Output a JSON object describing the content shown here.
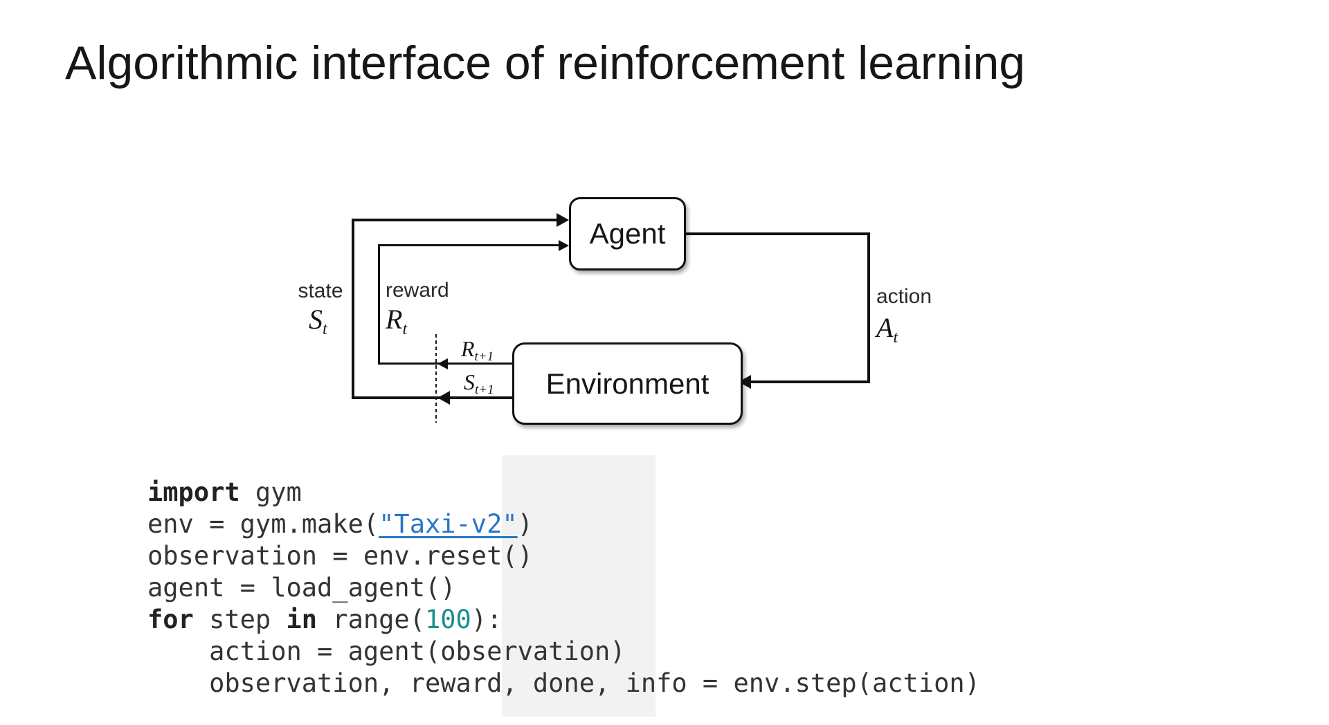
{
  "slide": {
    "title": "Algorithmic interface of reinforcement learning"
  },
  "diagram": {
    "agent_label": "Agent",
    "environment_label": "Environment",
    "state": {
      "label": "state",
      "symbol": "S",
      "sub": "t"
    },
    "reward": {
      "label": "reward",
      "symbol": "R",
      "sub": "t"
    },
    "action": {
      "label": "action",
      "symbol": "A",
      "sub": "t"
    },
    "next_reward": {
      "symbol": "R",
      "sub": "t+1"
    },
    "next_state": {
      "symbol": "S",
      "sub": "t+1"
    }
  },
  "code": {
    "lines": [
      [
        {
          "t": "import",
          "s": "kw"
        },
        {
          "t": " gym",
          "s": "p"
        }
      ],
      [
        {
          "t": "env = gym.make(",
          "s": "p"
        },
        {
          "t": "\"Taxi-v2\"",
          "s": "link"
        },
        {
          "t": ")",
          "s": "p"
        }
      ],
      [
        {
          "t": "observation = env.reset()",
          "s": "p"
        }
      ],
      [
        {
          "t": "agent = load_agent()",
          "s": "p"
        }
      ],
      [
        {
          "t": "for",
          "s": "kw"
        },
        {
          "t": " step ",
          "s": "p"
        },
        {
          "t": "in",
          "s": "kw"
        },
        {
          "t": " range(",
          "s": "p"
        },
        {
          "t": "100",
          "s": "num"
        },
        {
          "t": "):",
          "s": "p"
        }
      ],
      [
        {
          "t": "    action = agent(observation)",
          "s": "p"
        }
      ],
      [
        {
          "t": "    observation, reward, done, info = env.step(action)",
          "s": "p"
        }
      ]
    ]
  },
  "colors": {
    "diagram_line": "#111111",
    "code_text": "#333333",
    "keyword": "#222222",
    "link": "#2a76c7",
    "number": "#1b8e8e"
  }
}
